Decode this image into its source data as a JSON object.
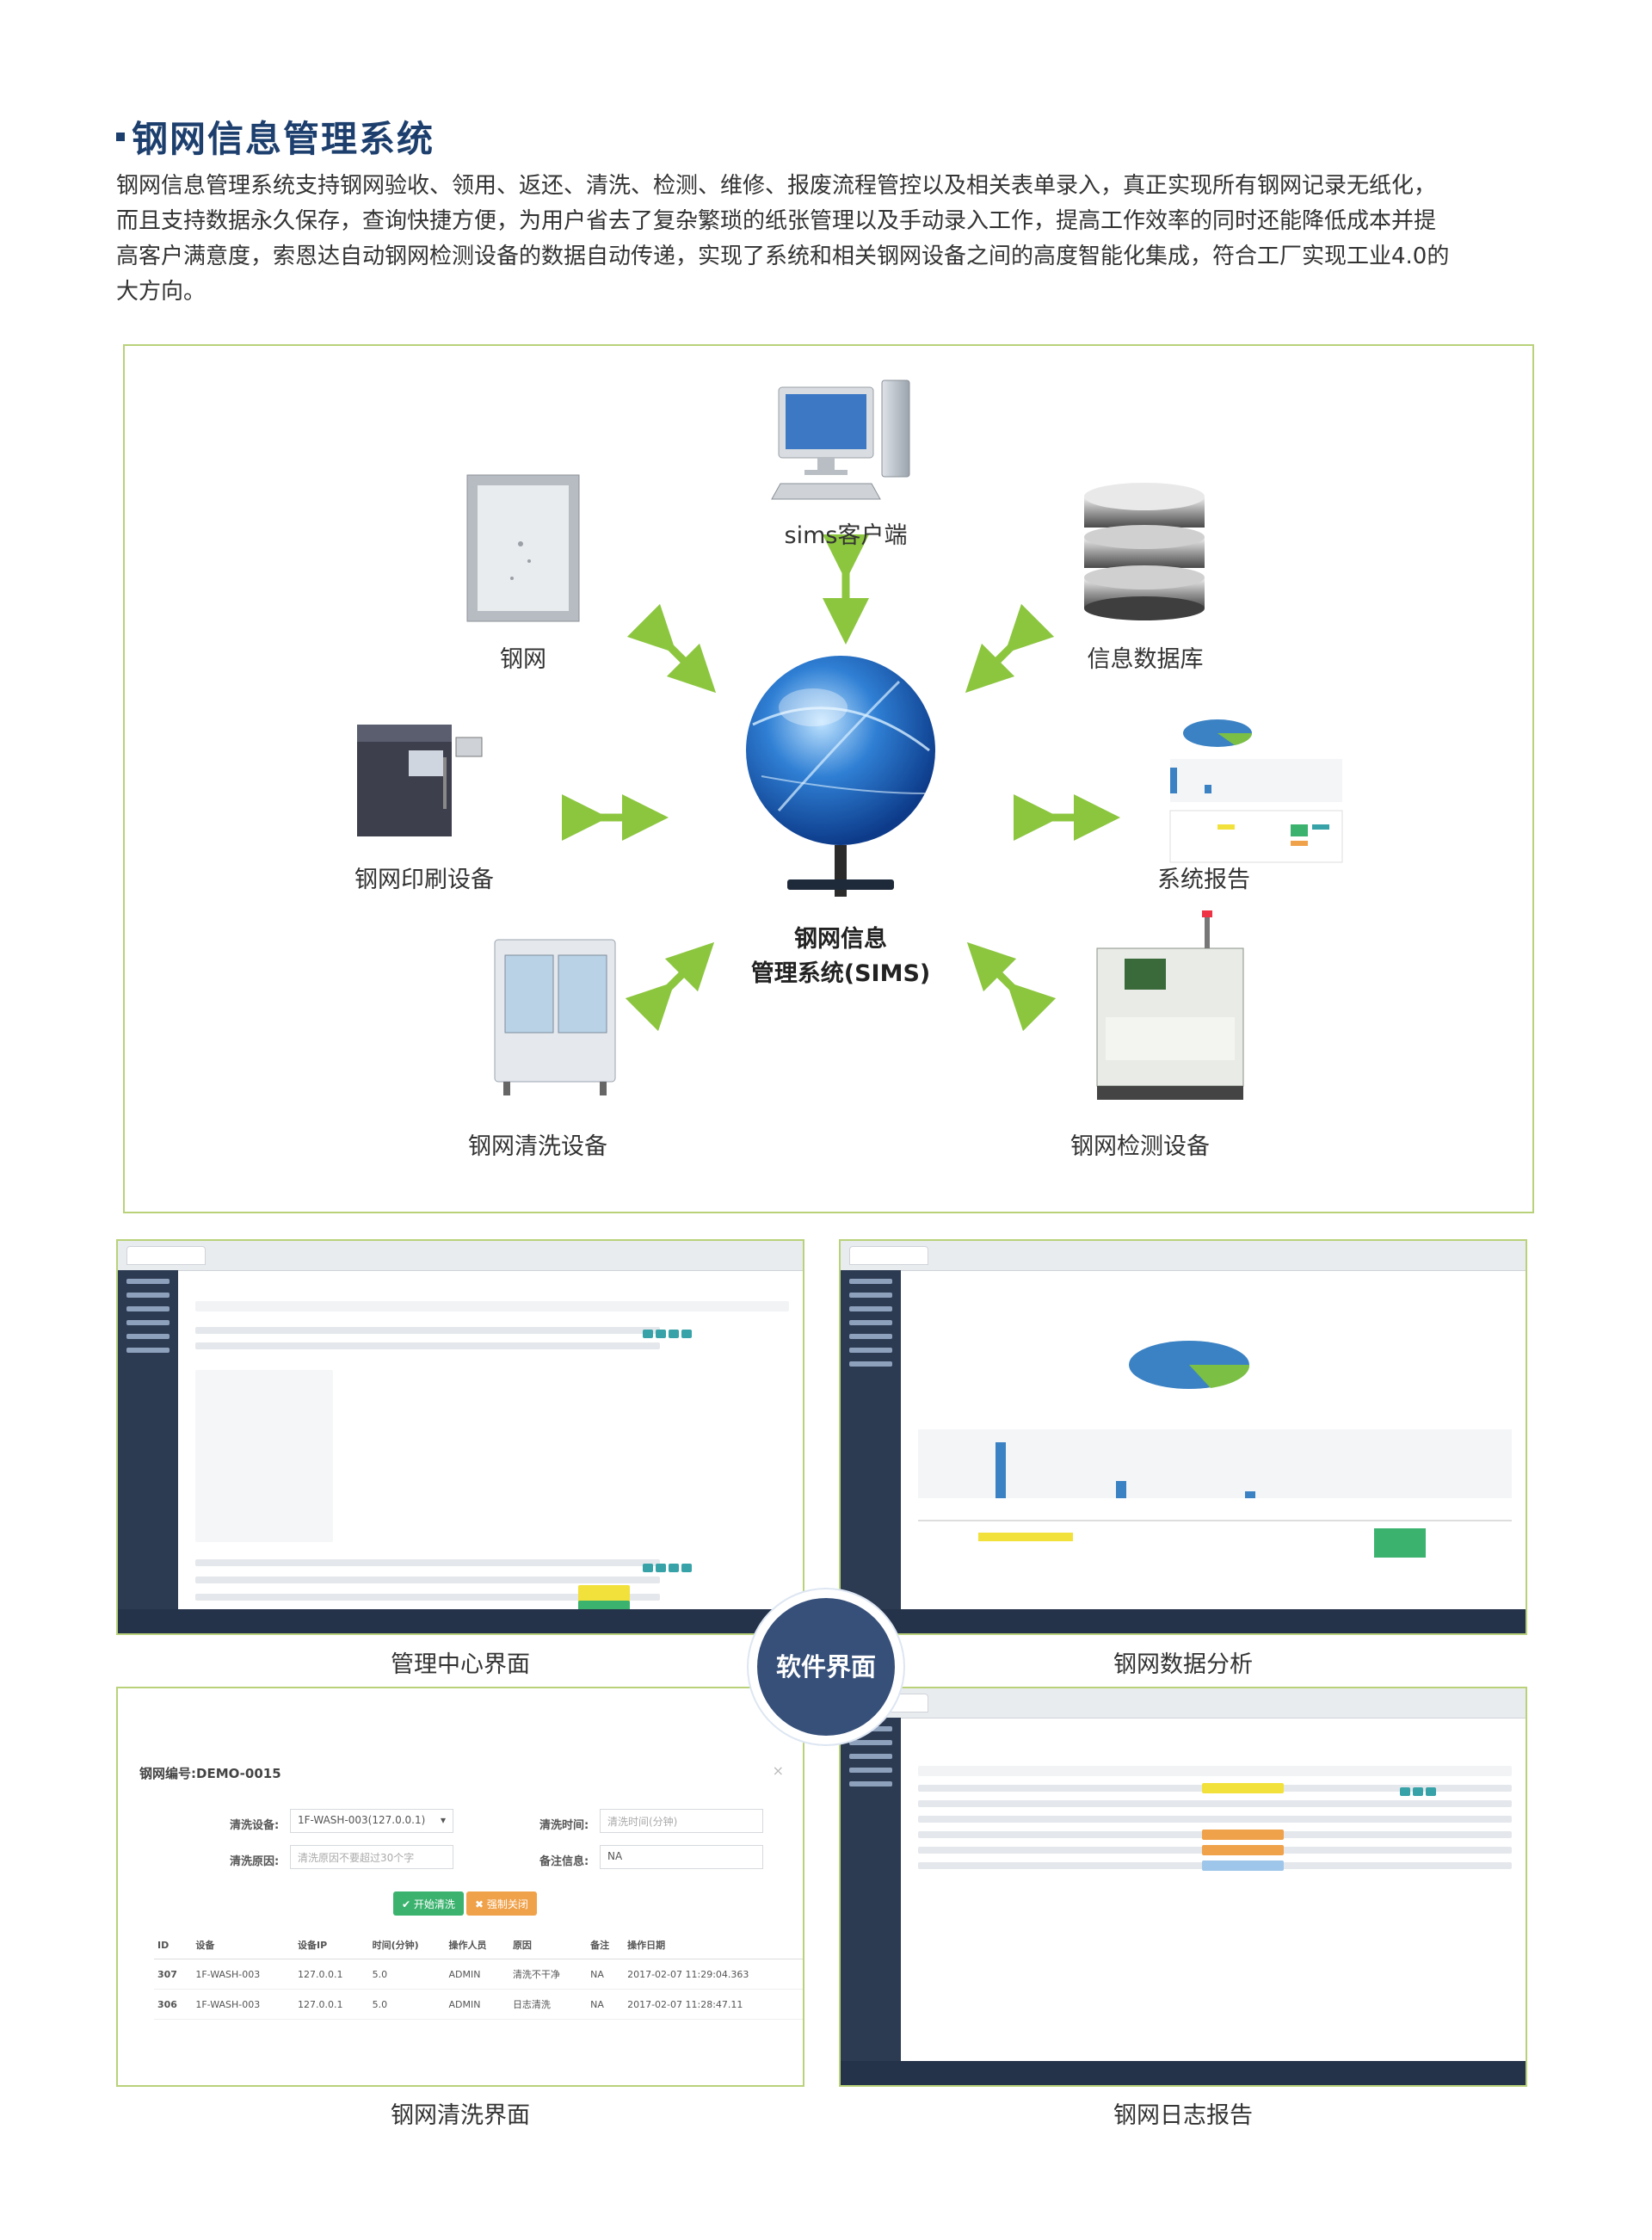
{
  "title": "钢网信息管理系统",
  "intro": [
    "钢网信息管理系统支持钢网验收、领用、返还、清洗、检测、维修、报废流程管控以及相关表单录入，真正实现所有钢网记录无纸化，",
    "而且支持数据永久保存，查询快捷方便，为用户省去了复杂繁琐的纸张管理以及手动录入工作，提高工作效率的同时还能降低成本并提",
    "高客户满意度，索恩达自动钢网检测设备的数据自动传递，实现了系统和相关钢网设备之间的高度智能化集成，符合工厂实现工业4.0的",
    "大方向。"
  ],
  "diagram": {
    "center_line1": "钢网信息",
    "center_line2": "管理系统(SIMS)",
    "nodes": {
      "client": "sims客户端",
      "stencil": "钢网",
      "database": "信息数据库",
      "printer": "钢网印刷设备",
      "report": "系统报告",
      "washer": "钢网清洗设备",
      "inspector": "钢网检测设备"
    }
  },
  "software": {
    "badge": "软件界面",
    "captions": {
      "management": "管理中心界面",
      "analysis": "钢网数据分析",
      "cleaning": "钢网清洗界面",
      "log": "钢网日志报告"
    },
    "cleaning_dialog": {
      "title": "钢网编号:DEMO-0015",
      "close": "×",
      "device_label": "清洗设备:",
      "device_value": "1F-WASH-003(127.0.0.1)",
      "time_label": "清洗时间:",
      "time_placeholder": "清洗时间(分钟)",
      "reason_label": "清洗原因:",
      "reason_placeholder": "清洗原因不要超过30个字",
      "remark_label": "备注信息:",
      "remark_value": "NA",
      "start_button": "✔ 开始清洗",
      "close_button": "✖ 强制关闭",
      "headers": [
        "ID",
        "设备",
        "设备IP",
        "时间(分钟)",
        "操作人员",
        "原因",
        "备注",
        "操作日期"
      ],
      "rows": [
        [
          "307",
          "1F-WASH-003",
          "127.0.0.1",
          "5.0",
          "ADMIN",
          "清洗不干净",
          "NA",
          "2017-02-07 11:29:04.363"
        ],
        [
          "306",
          "1F-WASH-003",
          "127.0.0.1",
          "5.0",
          "ADMIN",
          "日志清洗",
          "NA",
          "2017-02-07 11:28:47.11"
        ]
      ]
    }
  },
  "colors": {
    "accent_green": "#8cc63f",
    "frame_green": "#b9d27a",
    "title_blue": "#1d3f6e",
    "badge_blue": "#36507a"
  }
}
